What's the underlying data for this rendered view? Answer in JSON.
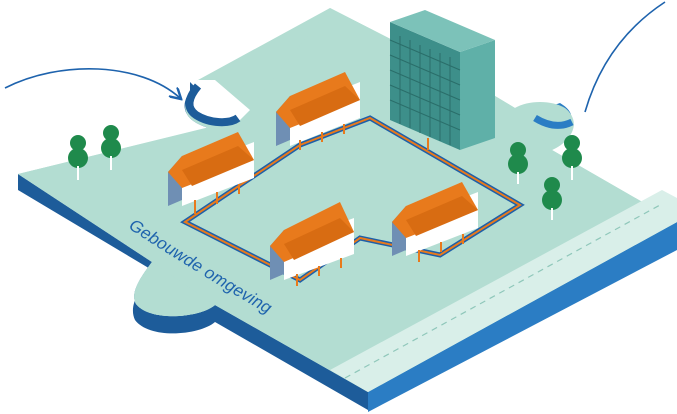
{
  "illustration": {
    "label": "Gebouwde omgeving",
    "colors": {
      "ground": "#b3ddd2",
      "puzzle_edge_front": "#1d5c9a",
      "puzzle_edge_side": "#2b7dc4",
      "roof": "#e87a1c",
      "house_wall": "#ffffff",
      "house_gable": "#6f8fb4",
      "tower_front": "#3d8f8a",
      "tower_side": "#5fb0a8",
      "tree": "#1f8a4c",
      "pipe": "#e87a1c",
      "pipe_outline": "#1e5fa8",
      "arrow": "#1e63ad",
      "road": "#d9efe9"
    },
    "icons": [
      "puzzle-piece",
      "apartment-building",
      "house",
      "tree",
      "arrow"
    ]
  }
}
